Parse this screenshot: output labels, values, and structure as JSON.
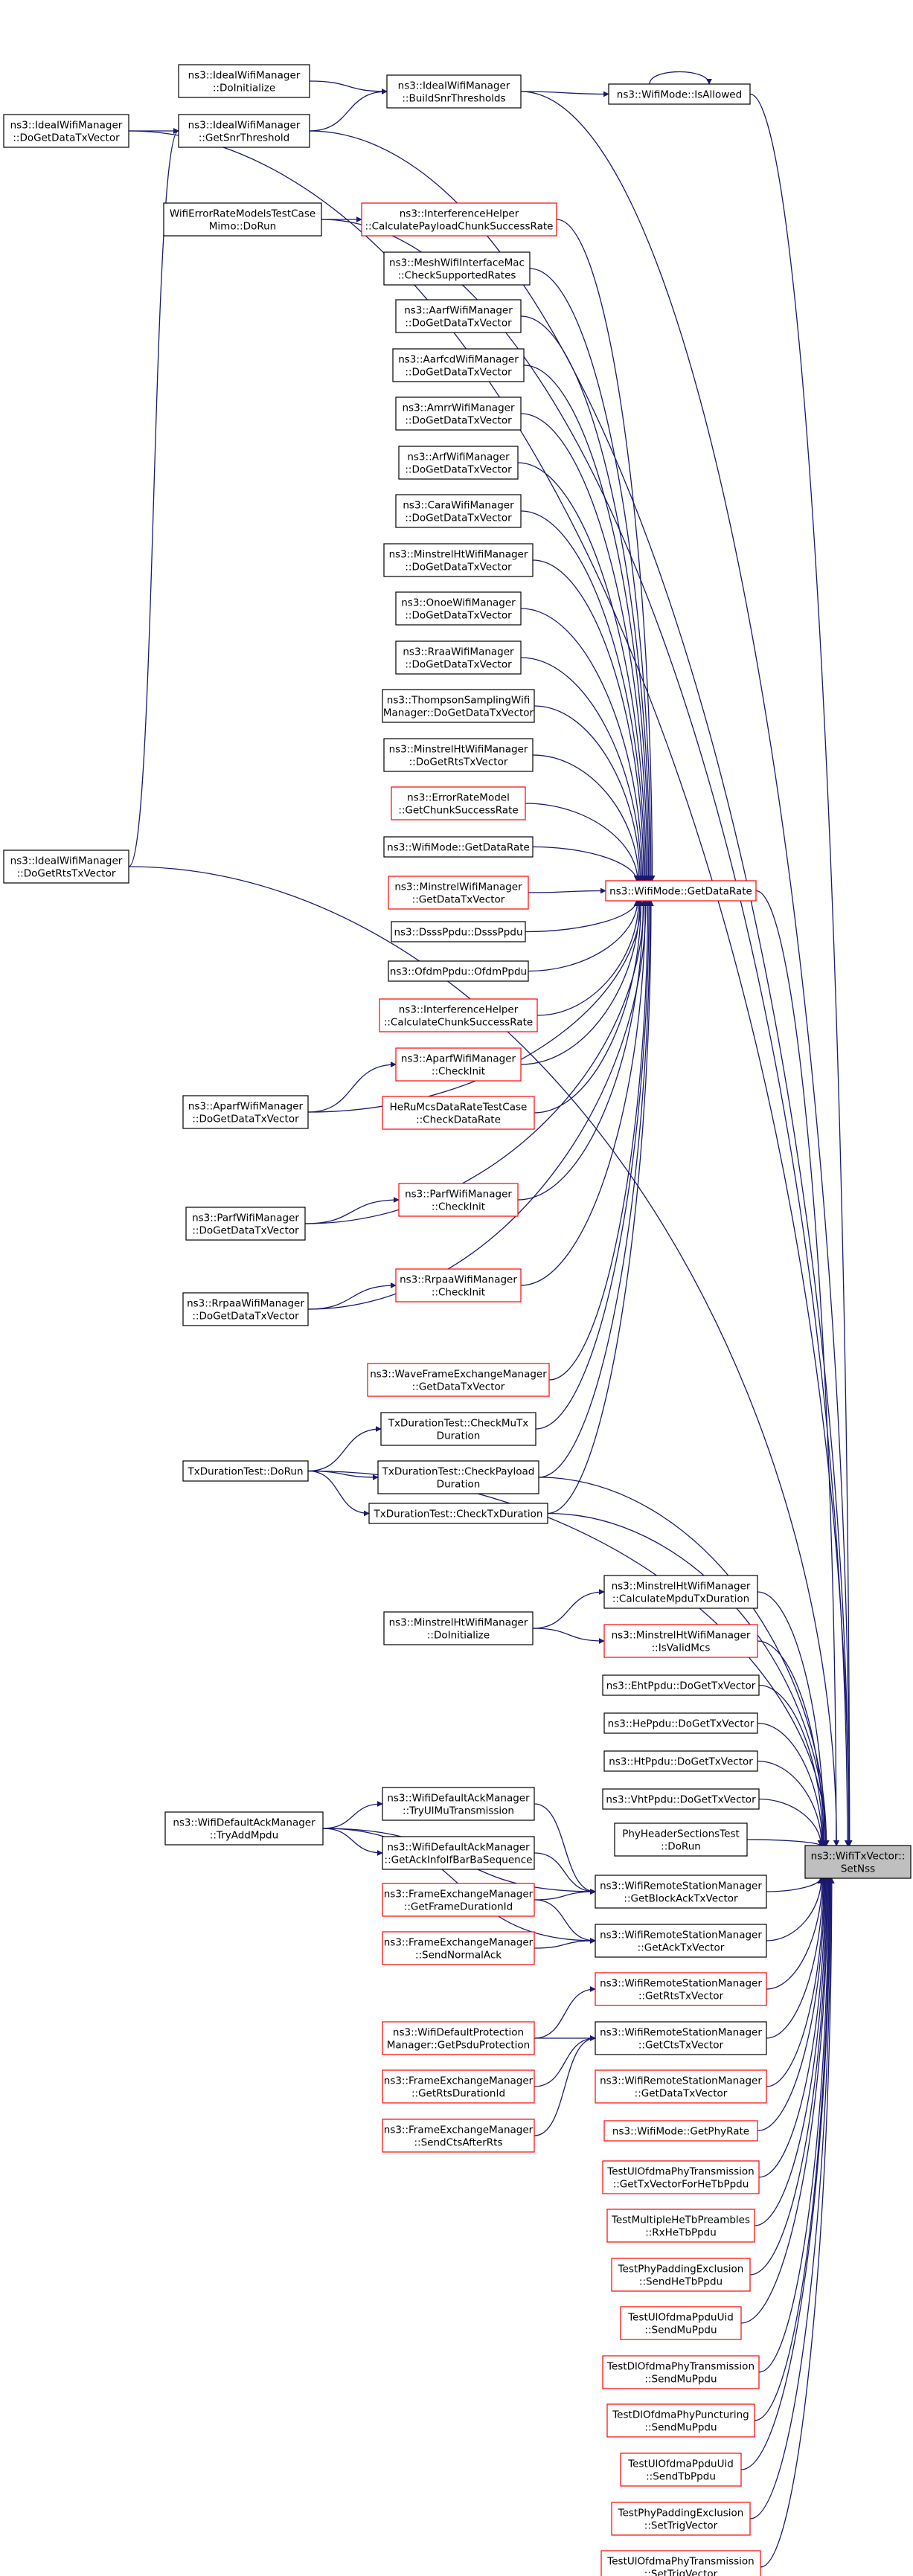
{
  "target": {
    "id": "target",
    "lines": [
      "ns3::WifiTxVector::",
      "SetNss"
    ]
  },
  "nodes": [
    {
      "id": "isAllowed",
      "lines": [
        "ns3::WifiMode::IsAllowed"
      ],
      "style": "black"
    },
    {
      "id": "buildSnr",
      "lines": [
        "ns3::IdealWifiManager",
        "::BuildSnrThresholds"
      ],
      "style": "black"
    },
    {
      "id": "doInitIdeal",
      "lines": [
        "ns3::IdealWifiManager",
        "::DoInitialize"
      ],
      "style": "black"
    },
    {
      "id": "getSnrTh",
      "lines": [
        "ns3::IdealWifiManager",
        "::GetSnrThreshold"
      ],
      "style": "black"
    },
    {
      "id": "idealDoGetData",
      "lines": [
        "ns3::IdealWifiManager",
        "::DoGetDataTxVector"
      ],
      "style": "black"
    },
    {
      "id": "wifiErrMimo",
      "lines": [
        "WifiErrorRateModelsTestCase",
        "Mimo::DoRun"
      ],
      "style": "black"
    },
    {
      "id": "interfCalcPayload",
      "lines": [
        "ns3::InterferenceHelper",
        "::CalculatePayloadChunkSuccessRate"
      ],
      "style": "red"
    },
    {
      "id": "meshCheck",
      "lines": [
        "ns3::MeshWifiInterfaceMac",
        "::CheckSupportedRates"
      ],
      "style": "black"
    },
    {
      "id": "aarf",
      "lines": [
        "ns3::AarfWifiManager",
        "::DoGetDataTxVector"
      ],
      "style": "black"
    },
    {
      "id": "aarfcd",
      "lines": [
        "ns3::AarfcdWifiManager",
        "::DoGetDataTxVector"
      ],
      "style": "black"
    },
    {
      "id": "amrr",
      "lines": [
        "ns3::AmrrWifiManager",
        "::DoGetDataTxVector"
      ],
      "style": "black"
    },
    {
      "id": "arf",
      "lines": [
        "ns3::ArfWifiManager",
        "::DoGetDataTxVector"
      ],
      "style": "black"
    },
    {
      "id": "cara",
      "lines": [
        "ns3::CaraWifiManager",
        "::DoGetDataTxVector"
      ],
      "style": "black"
    },
    {
      "id": "minHtData",
      "lines": [
        "ns3::MinstrelHtWifiManager",
        "::DoGetDataTxVector"
      ],
      "style": "black"
    },
    {
      "id": "onoe",
      "lines": [
        "ns3::OnoeWifiManager",
        "::DoGetDataTxVector"
      ],
      "style": "black"
    },
    {
      "id": "rraa",
      "lines": [
        "ns3::RraaWifiManager",
        "::DoGetDataTxVector"
      ],
      "style": "black"
    },
    {
      "id": "thompson",
      "lines": [
        "ns3::ThompsonSamplingWifi",
        "Manager::DoGetDataTxVector"
      ],
      "style": "black"
    },
    {
      "id": "minHtRts",
      "lines": [
        "ns3::MinstrelHtWifiManager",
        "::DoGetRtsTxVector"
      ],
      "style": "black"
    },
    {
      "id": "errModelChunk",
      "lines": [
        "ns3::ErrorRateModel",
        "::GetChunkSuccessRate"
      ],
      "style": "red"
    },
    {
      "id": "wmGetDataRate",
      "lines": [
        "ns3::WifiMode::GetDataRate"
      ],
      "style": "black"
    },
    {
      "id": "minstrelGetData",
      "lines": [
        "ns3::MinstrelWifiManager",
        "::GetDataTxVector"
      ],
      "style": "red"
    },
    {
      "id": "dsss",
      "lines": [
        "ns3::DsssPpdu::DsssPpdu"
      ],
      "style": "black"
    },
    {
      "id": "ofdm",
      "lines": [
        "ns3::OfdmPpdu::OfdmPpdu"
      ],
      "style": "black"
    },
    {
      "id": "interfCalcChunk",
      "lines": [
        "ns3::InterferenceHelper",
        "::CalculateChunkSuccessRate"
      ],
      "style": "red"
    },
    {
      "id": "getDataRateMain",
      "lines": [
        "ns3::WifiMode::GetDataRate"
      ],
      "style": "red"
    },
    {
      "id": "idealDoGetRts",
      "lines": [
        "ns3::IdealWifiManager",
        "::DoGetRtsTxVector"
      ],
      "style": "black"
    },
    {
      "id": "aparfCheck",
      "lines": [
        "ns3::AparfWifiManager",
        "::CheckInit"
      ],
      "style": "red"
    },
    {
      "id": "heRuMcs",
      "lines": [
        "HeRuMcsDataRateTestCase",
        "::CheckDataRate"
      ],
      "style": "red"
    },
    {
      "id": "aparfDoGet",
      "lines": [
        "ns3::AparfWifiManager",
        "::DoGetDataTxVector"
      ],
      "style": "black"
    },
    {
      "id": "parfCheck",
      "lines": [
        "ns3::ParfWifiManager",
        "::CheckInit"
      ],
      "style": "red"
    },
    {
      "id": "parfDoGet",
      "lines": [
        "ns3::ParfWifiManager",
        "::DoGetDataTxVector"
      ],
      "style": "black"
    },
    {
      "id": "rrpaaCheck",
      "lines": [
        "ns3::RrpaaWifiManager",
        "::CheckInit"
      ],
      "style": "red"
    },
    {
      "id": "rrpaaDoGet",
      "lines": [
        "ns3::RrpaaWifiManager",
        "::DoGetDataTxVector"
      ],
      "style": "black"
    },
    {
      "id": "waveFrame",
      "lines": [
        "ns3::WaveFrameExchangeManager",
        "::GetDataTxVector"
      ],
      "style": "red"
    },
    {
      "id": "txCheckMuTx",
      "lines": [
        "TxDurationTest::CheckMuTx",
        "Duration"
      ],
      "style": "black"
    },
    {
      "id": "txCheckPayload",
      "lines": [
        "TxDurationTest::CheckPayload",
        "Duration"
      ],
      "style": "black"
    },
    {
      "id": "txDoRun",
      "lines": [
        "TxDurationTest::DoRun"
      ],
      "style": "black"
    },
    {
      "id": "txCheckTx",
      "lines": [
        "TxDurationTest::CheckTxDuration"
      ],
      "style": "black"
    },
    {
      "id": "minHtCalcMpdu",
      "lines": [
        "ns3::MinstrelHtWifiManager",
        "::CalculateMpduTxDuration"
      ],
      "style": "black"
    },
    {
      "id": "minHtDoInit",
      "lines": [
        "ns3::MinstrelHtWifiManager",
        "::DoInitialize"
      ],
      "style": "black"
    },
    {
      "id": "minHtValidMcs",
      "lines": [
        "ns3::MinstrelHtWifiManager",
        "::IsValidMcs"
      ],
      "style": "red"
    },
    {
      "id": "ehtPpdu",
      "lines": [
        "ns3::EhtPpdu::DoGetTxVector"
      ],
      "style": "black"
    },
    {
      "id": "hePpdu",
      "lines": [
        "ns3::HePpdu::DoGetTxVector"
      ],
      "style": "black"
    },
    {
      "id": "htPpdu",
      "lines": [
        "ns3::HtPpdu::DoGetTxVector"
      ],
      "style": "black"
    },
    {
      "id": "vhtPpdu",
      "lines": [
        "ns3::VhtPpdu::DoGetTxVector"
      ],
      "style": "black"
    },
    {
      "id": "phyHeaderTest",
      "lines": [
        "PhyHeaderSectionsTest",
        "::DoRun"
      ],
      "style": "black"
    },
    {
      "id": "tryUlMu",
      "lines": [
        "ns3::WifiDefaultAckManager",
        "::TryUlMuTransmission"
      ],
      "style": "black"
    },
    {
      "id": "tryAddMpdu",
      "lines": [
        "ns3::WifiDefaultAckManager",
        "::TryAddMpdu"
      ],
      "style": "black"
    },
    {
      "id": "getAckInfoBar",
      "lines": [
        "ns3::WifiDefaultAckManager",
        "::GetAckInfoIfBarBaSequence"
      ],
      "style": "black"
    },
    {
      "id": "getBlockAck",
      "lines": [
        "ns3::WifiRemoteStationManager",
        "::GetBlockAckTxVector"
      ],
      "style": "black"
    },
    {
      "id": "fxGetFrameDur",
      "lines": [
        "ns3::FrameExchangeManager",
        "::GetFrameDurationId"
      ],
      "style": "red"
    },
    {
      "id": "getAckTx",
      "lines": [
        "ns3::WifiRemoteStationManager",
        "::GetAckTxVector"
      ],
      "style": "black"
    },
    {
      "id": "fxSendNormalAck",
      "lines": [
        "ns3::FrameExchangeManager",
        "::SendNormalAck"
      ],
      "style": "red"
    },
    {
      "id": "getRtsTx",
      "lines": [
        "ns3::WifiRemoteStationManager",
        "::GetRtsTxVector"
      ],
      "style": "red"
    },
    {
      "id": "psduProt",
      "lines": [
        "ns3::WifiDefaultProtection",
        "Manager::GetPsduProtection"
      ],
      "style": "red"
    },
    {
      "id": "getCtsTx",
      "lines": [
        "ns3::WifiRemoteStationManager",
        "::GetCtsTxVector"
      ],
      "style": "black"
    },
    {
      "id": "fxGetRtsDur",
      "lines": [
        "ns3::FrameExchangeManager",
        "::GetRtsDurationId"
      ],
      "style": "red"
    },
    {
      "id": "getDataTx",
      "lines": [
        "ns3::WifiRemoteStationManager",
        "::GetDataTxVector"
      ],
      "style": "red"
    },
    {
      "id": "fxSendCts",
      "lines": [
        "ns3::FrameExchangeManager",
        "::SendCtsAfterRts"
      ],
      "style": "red"
    },
    {
      "id": "getPhyRate",
      "lines": [
        "ns3::WifiMode::GetPhyRate"
      ],
      "style": "red"
    },
    {
      "id": "testUlOfdmaGet",
      "lines": [
        "TestUlOfdmaPhyTransmission",
        "::GetTxVectorForHeTbPpdu"
      ],
      "style": "red"
    },
    {
      "id": "testMultiHeTb",
      "lines": [
        "TestMultipleHeTbPreambles",
        "::RxHeTbPpdu"
      ],
      "style": "red"
    },
    {
      "id": "testPadHeTb",
      "lines": [
        "TestPhyPaddingExclusion",
        "::SendHeTbPpdu"
      ],
      "style": "red"
    },
    {
      "id": "testUlPpduUid",
      "lines": [
        "TestUlOfdmaPpduUid",
        "::SendMuPpdu"
      ],
      "style": "red"
    },
    {
      "id": "testDlOfdmaSend",
      "lines": [
        "TestDlOfdmaPhyTransmission",
        "::SendMuPpdu"
      ],
      "style": "red"
    },
    {
      "id": "testDlPunct",
      "lines": [
        "TestDlOfdmaPhyPuncturing",
        "::SendMuPpdu"
      ],
      "style": "red"
    },
    {
      "id": "testUlPpduTb",
      "lines": [
        "TestUlOfdmaPpduUid",
        "::SendTbPpdu"
      ],
      "style": "red"
    },
    {
      "id": "testPadTrig",
      "lines": [
        "TestPhyPaddingExclusion",
        "::SetTrigVector"
      ],
      "style": "red"
    },
    {
      "id": "testUlOfdmaTrig",
      "lines": [
        "TestUlOfdmaPhyTransmission",
        "::SetTrigVector"
      ],
      "style": "red"
    }
  ]
}
